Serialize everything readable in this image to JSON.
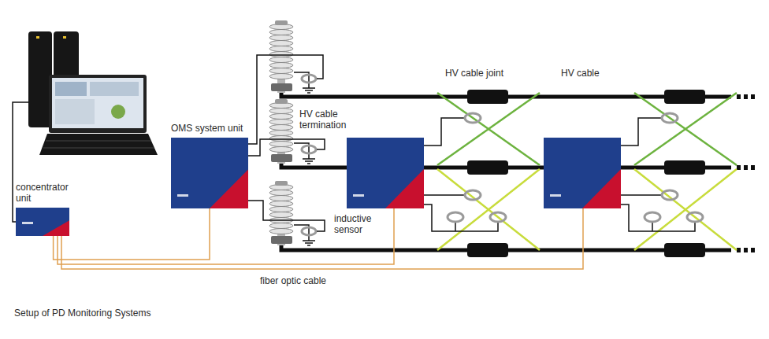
{
  "diagram": {
    "caption": "Setup of PD Monitoring Systems",
    "nodes": [
      {
        "text": [
          "OMS system unit"
        ]
      },
      {
        "text": [
          "concentrator unit"
        ]
      }
    ],
    "edges": [
      {
        "from": 1,
        "to": 0,
        "arrow": "none"
      }
    ],
    "labels": [
      "HV cable joint",
      "HV cable",
      "HV cable termination",
      "inductive sensor",
      "fiber optic cable"
    ]
  }
}
